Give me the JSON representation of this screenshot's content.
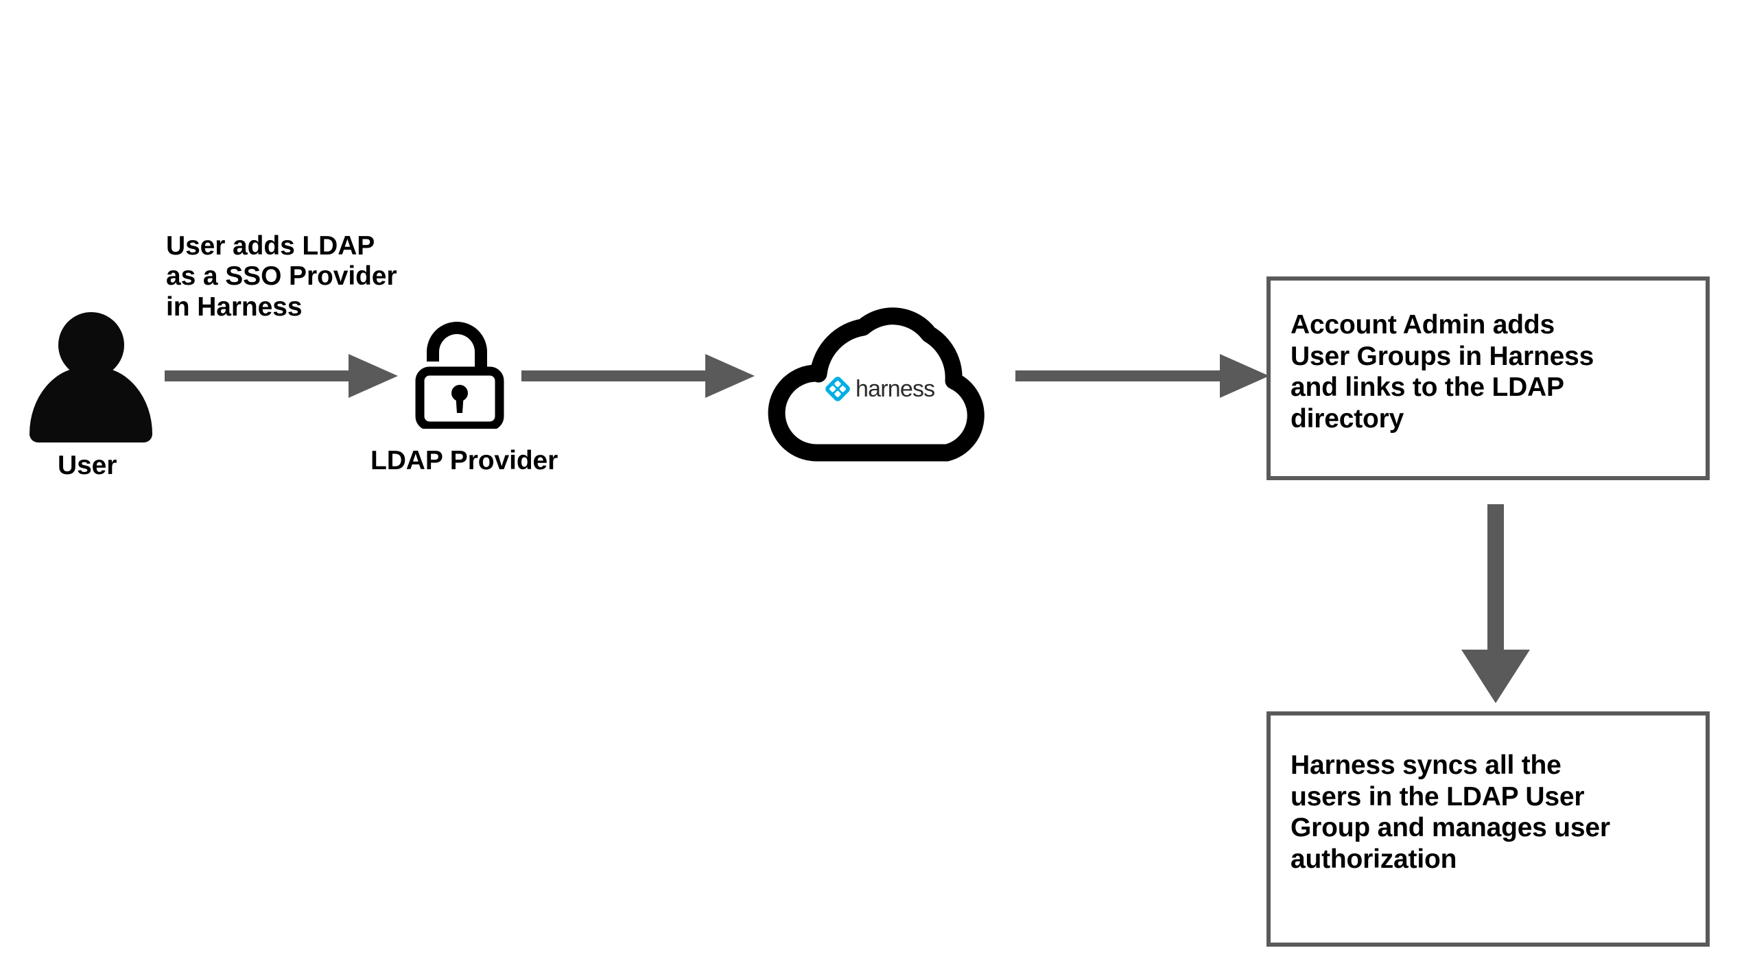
{
  "diagram": {
    "title": "Harness LDAP SSO and User Group sync flow",
    "background_color": "#ffffff",
    "arrow_color": "#5a5a5a",
    "box_border_color": "#5a5a5a",
    "icon_color": "#0b0b0b",
    "brand_accent_color": "#00ade4"
  },
  "nodes": {
    "user": {
      "icon_name": "user-person-icon",
      "label": "User"
    },
    "ldap_provider": {
      "icon_name": "open-padlock-icon",
      "label": "LDAP Provider"
    },
    "harness_cloud": {
      "icon_name": "cloud-icon",
      "logo_name": "harness-logo",
      "wordmark": "harness"
    },
    "account_admin_box": {
      "text": "Account Admin adds\nUser Groups in Harness\nand links to the LDAP\ndirectory"
    },
    "harness_sync_box": {
      "text": "Harness syncs all the\nusers in the LDAP User\nGroup and manages user\nauthorization"
    }
  },
  "annotations": {
    "step_1": "User adds LDAP\nas a SSO Provider\nin Harness"
  },
  "edges": [
    {
      "name": "user-to-ldap-provider",
      "direction": "right"
    },
    {
      "name": "ldap-provider-to-harness-cloud",
      "direction": "right"
    },
    {
      "name": "harness-cloud-to-account-admin",
      "direction": "right"
    },
    {
      "name": "account-admin-to-harness-sync",
      "direction": "down"
    }
  ]
}
